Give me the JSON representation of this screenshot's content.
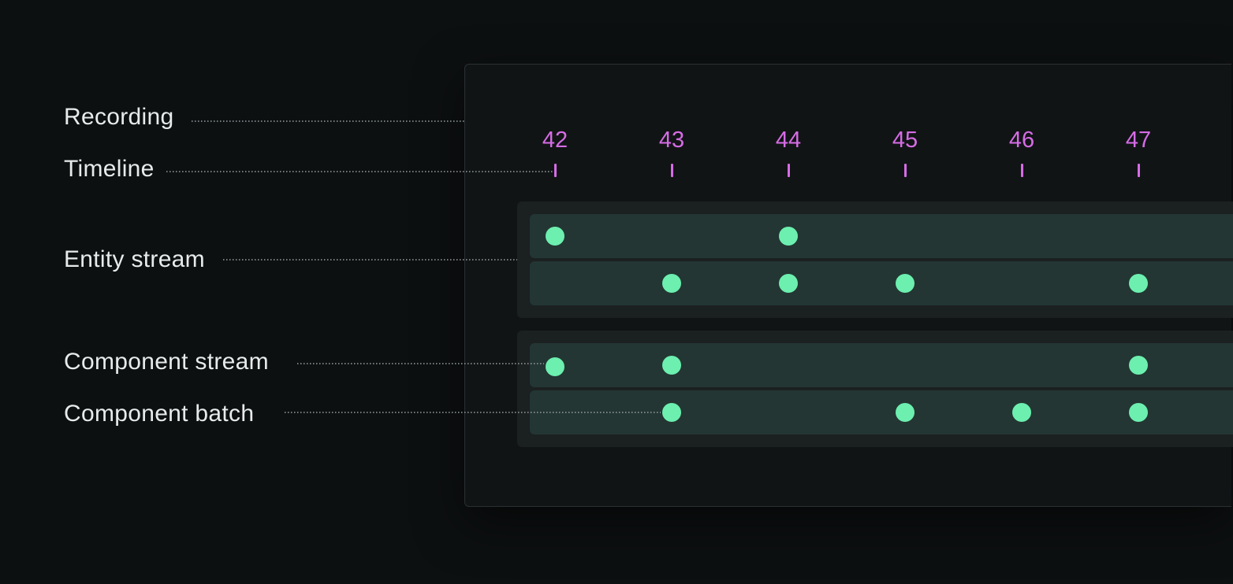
{
  "labels": {
    "recording": "Recording",
    "timeline": "Timeline",
    "entity_stream": "Entity stream",
    "component_stream": "Component stream",
    "component_batch": "Component batch"
  },
  "timeline": {
    "ticks": [
      "42",
      "43",
      "44",
      "45",
      "46",
      "47"
    ]
  },
  "colors": {
    "background": "#0d1011",
    "tick": "#d66ce6",
    "event_dot": "#6cefaf",
    "lane": "#233633",
    "group": "#1b2021"
  },
  "lanes": [
    {
      "group": "entity",
      "events": [
        "42",
        "44"
      ]
    },
    {
      "group": "entity",
      "events": [
        "43",
        "44",
        "45",
        "47"
      ]
    },
    {
      "group": "component",
      "events": [
        "42",
        "43",
        "47"
      ]
    },
    {
      "group": "component",
      "events": [
        "43",
        "45",
        "46",
        "47"
      ]
    }
  ]
}
